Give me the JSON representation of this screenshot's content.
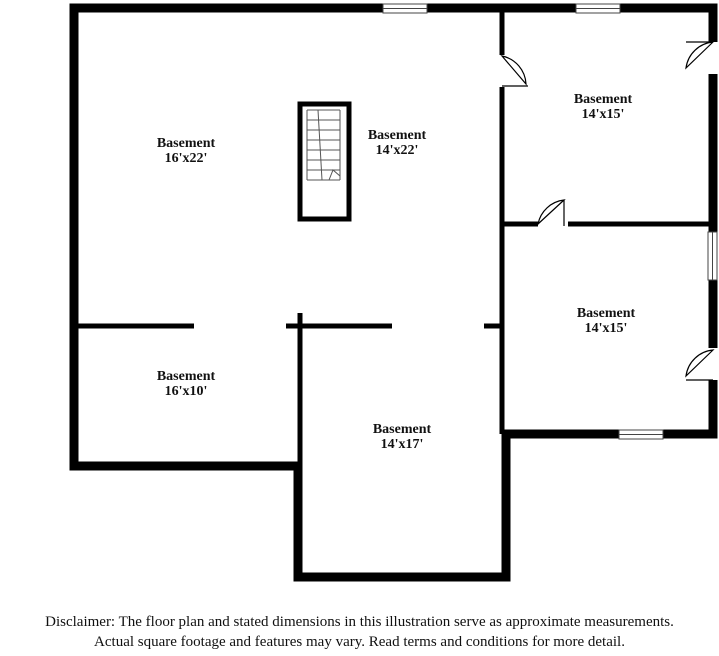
{
  "rooms": [
    {
      "name": "Basement",
      "dims": "16'x22'"
    },
    {
      "name": "Basement",
      "dims": "14'x22'"
    },
    {
      "name": "Basement",
      "dims": "14'x15'"
    },
    {
      "name": "Basement",
      "dims": "14'x15'"
    },
    {
      "name": "Basement",
      "dims": "16'x10'"
    },
    {
      "name": "Basement",
      "dims": "14'x17'"
    }
  ],
  "disclaimer": {
    "line1": "Disclaimer: The floor plan and stated dimensions in this illustration serve as approximate measurements.",
    "line2": "Actual square footage and features may vary. Read terms and conditions for more detail."
  }
}
